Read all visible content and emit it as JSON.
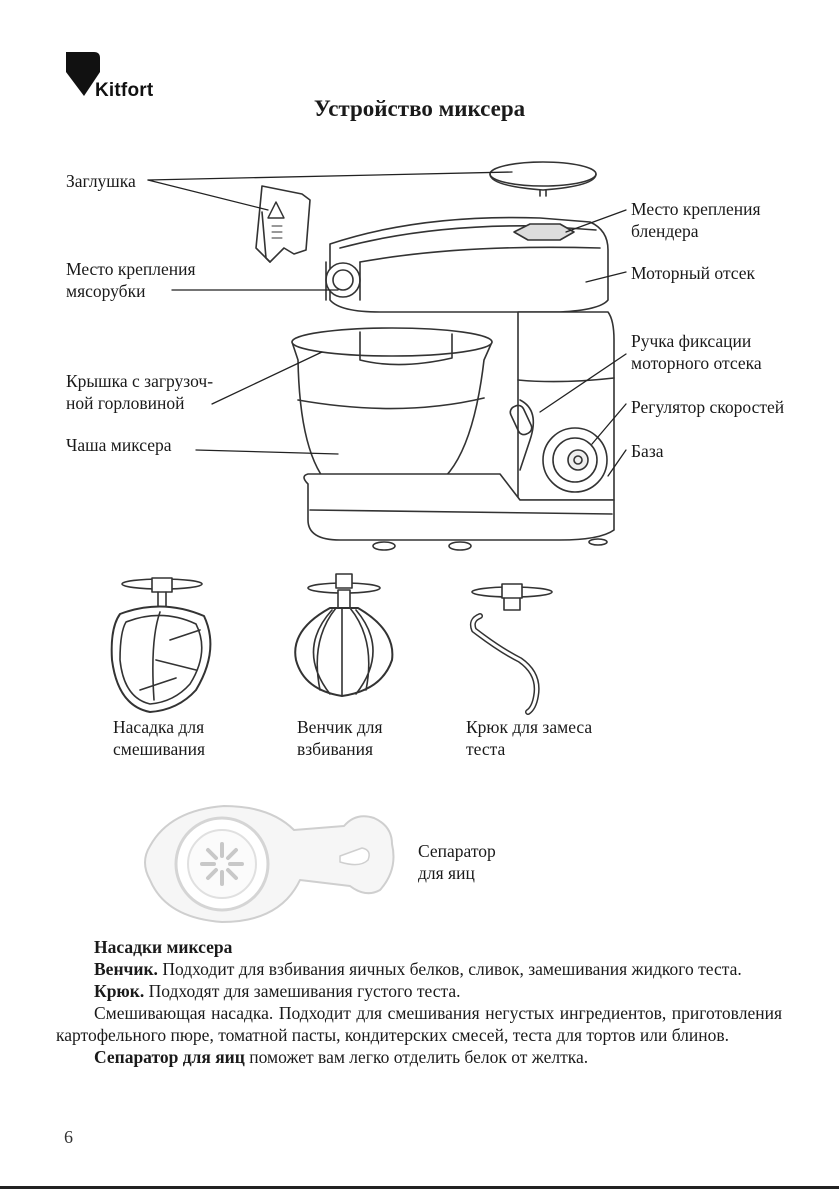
{
  "brand": {
    "logo_text": "Kitfort"
  },
  "page_title": "Устройство миксера",
  "callouts": {
    "cap": "Заглушка",
    "meat_grinder_mount_1": "Место крепления",
    "meat_grinder_mount_2": "мясорубки",
    "lid_1": "Крышка с загрузоч-",
    "lid_2": "ной горловиной",
    "bowl": "Чаша миксера",
    "blender_mount_1": "Место крепления",
    "blender_mount_2": "блендера",
    "motor": "Моторный отсек",
    "lock_handle_1": "Ручка фиксации",
    "lock_handle_2": "моторного отсека",
    "speed": "Регулятор скоростей",
    "base": "База"
  },
  "attachments": {
    "beater_1": "Насадка для",
    "beater_2": "смешивания",
    "whisk_1": "Венчик для",
    "whisk_2": "взбивания",
    "hook_1": "Крюк для замеса",
    "hook_2": "теста",
    "separator_1": "Сепаратор",
    "separator_2": "для яиц"
  },
  "text": {
    "heading": "Насадки миксера",
    "whisk_term": "Венчик.",
    "whisk_desc": " Подходит для взбивания яичных белков, сливок, замешивания жидкого теста.",
    "hook_term": "Крюк.",
    "hook_desc": " Подходят для замешивания густого теста.",
    "beater_desc": "Смешивающая насадка. Подходит для смешивания негустых ингредиентов, при­готовления картофельного пюре, томатной пасты, кондитерских смесей, теста для тортов или блинов.",
    "separator_term": "Сепаратор для яиц",
    "separator_desc": " поможет вам легко отделить белок от желтка."
  },
  "page_number": "6"
}
